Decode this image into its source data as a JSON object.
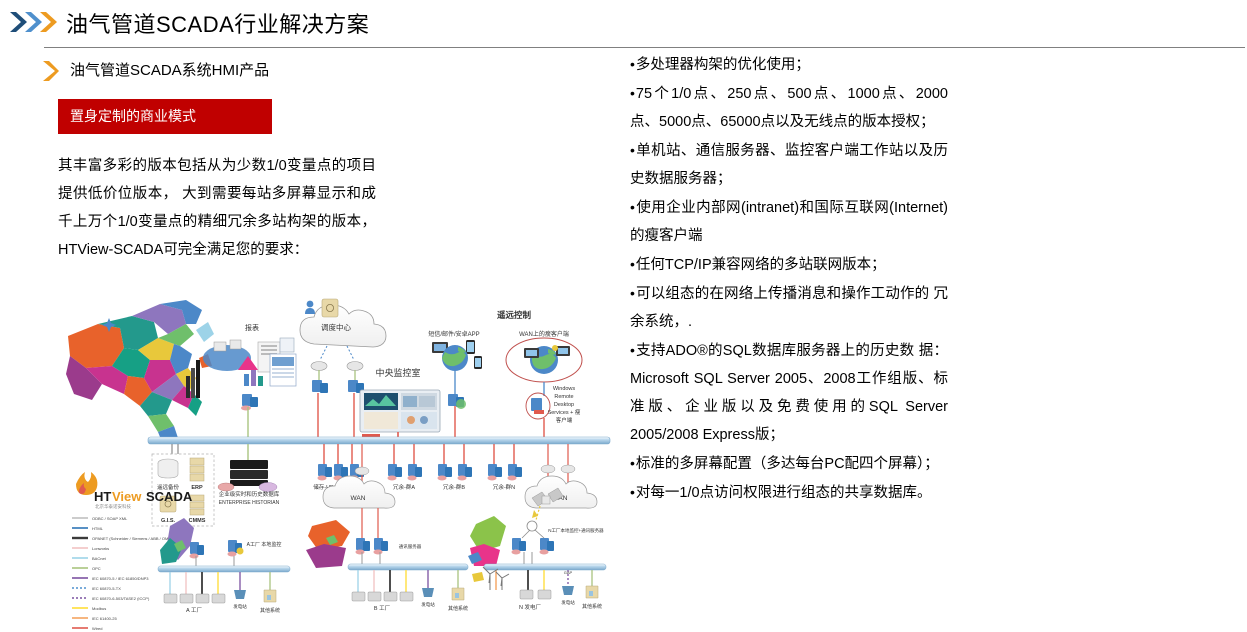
{
  "header": {
    "title": "油气管道SCADA行业解决方案",
    "chevron_icon": "triple-chevron-right-icon",
    "chevron_colors": [
      "#1F4E79",
      "#4F90CD",
      "#ED9B21"
    ]
  },
  "sub_header": {
    "title": "油气管道SCADA系统HMI产品",
    "chevron_icon": "chevron-right-icon",
    "chevron_color": "#ED9B21"
  },
  "badge": {
    "label": "置身定制的商业模式",
    "background": "#C00000",
    "text_color": "#FFFFFF"
  },
  "left_column": {
    "paragraph": "其丰富多彩的版本包括从为少数1/0变量点的项目提供低价位版本， 大到需要每站多屏幕显示和成千上万个1/0变量点的精细冗余多站构架的版本， HTView-SCADA可完全满足您的要求："
  },
  "right_column": {
    "bullets": [
      "多处理器构架的优化使用；",
      "75个1/0点、250点、500点、1000点、2000 点、5000点、65000点以及无线点的版本授权；",
      "单机站、通信服务器、监控客户端工作站以及历史数据服务器；",
      "使用企业内部网(intranet)和国际互联网(Internet)的瘦客户端",
      "任何TCP/IP兼容网络的多站联网版本；",
      "可以组态的在网络上传播消息和操作工动作的 冗余系统，.",
      "支持ADO®的SQL数据库服务器上的历史数 据：Microsoft SQL Server 2005、2008工作组版、标准版、企业版以及免费使用的SQL Server 2005/2008 Express版；",
      "标准的多屏幕配置（多达每台PC配四个屏幕）；",
      "对每一1/0点访问权限进行组态的共享数据库。"
    ]
  },
  "diagram": {
    "alt": "油气管道SCADA系统网络拓扑架构图",
    "logo": {
      "brand_ht": "HT",
      "brand_view": "View",
      "brand_scada": "SCADA",
      "subtitle": "北京华泰诺安科技"
    },
    "labels": {
      "dispatch_center": "调度中心",
      "reports": "报表",
      "central_control_room": "中央监控室",
      "remote_control": "遥远控制",
      "sms_mail_mobile_app": "短信/邮件/安卓APP",
      "thin_client_wan": "WAN上的瘦客户端",
      "windows_rds": "Windows Remote Desktop Services + 瘦客户端",
      "remote_backup": "遥远备份",
      "erp": "ERP",
      "gis": "G.I.S.",
      "cmms": "CMMS",
      "enterprise_historian_cn": "企业级实时和历史数据库",
      "enterprise_historian_en": "ENTERPRISE HISTORIAN",
      "hds_historian": "储存-HDS 历史数据库",
      "redundant_a": "冗余-群A",
      "redundant_b": "冗余-群B",
      "redundant_n": "冗余-群N",
      "wan": "WAN",
      "plant_a": "A 工厂",
      "plant_b": "B 工厂",
      "plant_a_local": "A工厂 本地监控",
      "plant_n_local": "N工厂本地监控+通讯服务器",
      "comm_server": "通讯服务器",
      "power_station": "发电站",
      "other_systems": "其他系统",
      "plant_n_power": "N 发电厂",
      "gap": "GAP"
    },
    "legend": [
      {
        "name": "ODBC / SOAP XML",
        "color": "#BFBFBF",
        "style": "solid"
      },
      {
        "name": "HTML",
        "color": "#2E75B6",
        "style": "solid"
      },
      {
        "name": "OPANET (Schneider / Siemens / ABB / OMRON etc)",
        "color": "#3A3A3A",
        "style": "solid"
      },
      {
        "name": "Lonworks",
        "color": "#F2C1C1",
        "style": "solid"
      },
      {
        "name": "BACnet",
        "color": "#9DD3E8",
        "style": "solid"
      },
      {
        "name": "OPC",
        "color": "#A9C47F",
        "style": "solid"
      },
      {
        "name": "IEC 60870-5 / IEC 61850/DNP3",
        "color": "#7B52A1",
        "style": "solid"
      },
      {
        "name": "IEC 60870-5-TX",
        "color": "#4F90CD",
        "style": "dotted"
      },
      {
        "name": "IEC 60870-6-503/TASE2 (ICCP)",
        "color": "#7B52A1",
        "style": "dotted"
      },
      {
        "name": "Modbus",
        "color": "#FFE14D",
        "style": "solid"
      },
      {
        "name": "IEC 61400-25",
        "color": "#F4A460",
        "style": "solid"
      },
      {
        "name": "Wired",
        "color": "#E05A4E",
        "style": "solid"
      }
    ]
  }
}
